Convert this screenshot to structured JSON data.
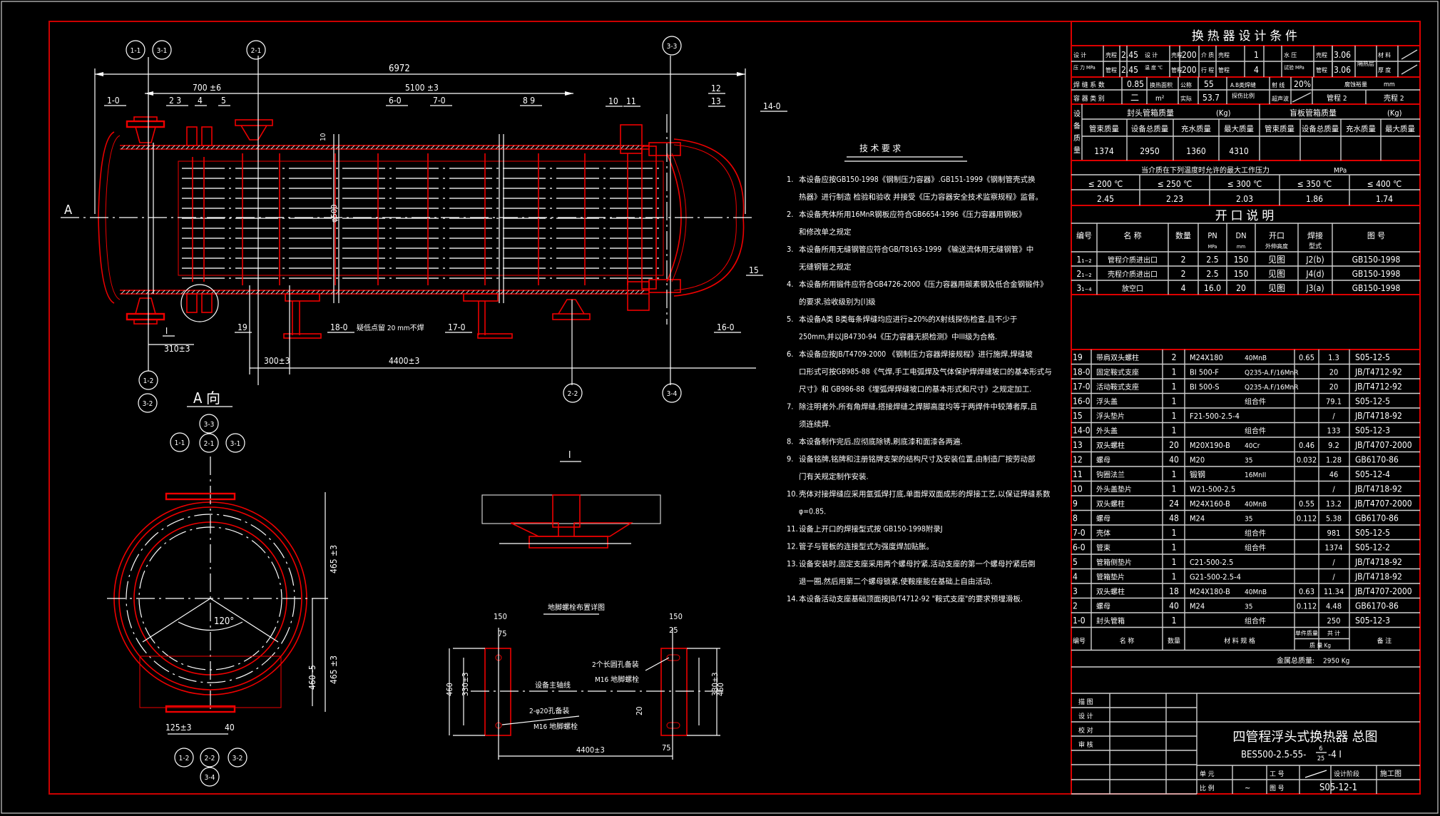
{
  "drawing": {
    "title": "四管程浮头式换热器 总图",
    "model": "BES500-2.5-55-",
    "model_frac_num": "6",
    "model_frac_den": "25",
    "model_suffix": "-4 I",
    "drawing_no": "S05-12-1",
    "stage_label": "设计阶段",
    "stage_value": "施工图",
    "unit_label": "单  元",
    "job_label": "工  号",
    "job_value": "/",
    "scale_label": "比  例",
    "scale_value": "~",
    "drawno_label": "图  号",
    "signoff": [
      "描  图",
      "设  计",
      "校  对",
      "审  核"
    ]
  },
  "design_conditions": {
    "title": "换 热 器 设 计 条 件",
    "row1": {
      "pressure_label": "设 计 压 力 MPa",
      "shell": "壳程",
      "tube": "管程",
      "pressure_shell": "2.45",
      "pressure_tube": "2.45",
      "temp_label": "设 计 温 度 ℃",
      "temp_shell": "200",
      "temp_tube": "200",
      "medium_label": "介 质 行 程",
      "medium_shell": "1",
      "medium_tube": "4",
      "hydro_label": "水 压 试 验 MPa",
      "hydro_shell": "3.06",
      "hydro_tube": "3.06",
      "insul_label": "隔热层",
      "material_label": "材 料",
      "thickness_label": "厚 度",
      "material_value": "/",
      "thickness_value": "/"
    },
    "row2": {
      "weld_coef_label": "焊 缝 系 数",
      "weld_coef": "0.85",
      "area_label": "换热面积 m²",
      "nominal_label": "公称",
      "nominal": "55",
      "actual_label": "实际",
      "actual": "53.7",
      "ab_label": "A.B类焊缝 探伤比例",
      "ray_label": "射 线",
      "ray_value": "20%",
      "ultra_label": "超声波",
      "ultra_value": "/",
      "corr_label": "腐蚀裕量",
      "corr_unit": "mm",
      "vessel_class_label": "容 器 类 别",
      "vessel_class": "二",
      "corr_tube_label": "管程",
      "corr_tube": "2",
      "corr_shell_label": "壳程",
      "corr_shell": "2"
    },
    "mass": {
      "side_label": "设备质量",
      "head_group": "封头管箱质量",
      "blind_group": "盲板管箱质量",
      "unit": "(Kg)",
      "headers": [
        "管束质量",
        "设备总质量",
        "充水质量",
        "最大质量"
      ],
      "head_values": [
        "1374",
        "2950",
        "1360",
        "4310"
      ],
      "blind_values": [
        "",
        "",
        "",
        ""
      ]
    },
    "max_pressure": {
      "title": "当介质在下列温度时允许的最大工作压力",
      "unit": "MPa",
      "temps": [
        "≤ 200 ℃",
        "≤ 250 ℃",
        "≤ 300 ℃",
        "≤ 350 ℃",
        "≤ 400 ℃"
      ],
      "values": [
        "2.45",
        "2.23",
        "2.03",
        "1.86",
        "1.74"
      ]
    }
  },
  "nozzles": {
    "title": "开  口  说  明",
    "headers": [
      "编号",
      "名        称",
      "数量",
      "PN MPa",
      "DN mm",
      "开口 外伸高度 mm",
      "焊接 型式",
      "图        号"
    ],
    "rows": [
      [
        "1₁₋₂",
        "管程介质进出口",
        "2",
        "2.5",
        "150",
        "见图",
        "J2(b)",
        "GB150-1998"
      ],
      [
        "2₁₋₂",
        "壳程介质进出口",
        "2",
        "2.5",
        "150",
        "见图",
        "J4(d)",
        "GB150-1998"
      ],
      [
        "3₁₋₄",
        "放空口",
        "4",
        "16.0",
        "20",
        "见图",
        "J3(a)",
        "GB150-1998"
      ]
    ]
  },
  "bom": {
    "headers": [
      "编号",
      "名        称",
      "数 量",
      "材    料    规    格",
      "单件质量",
      "共 计",
      "质  量 Kg",
      "备    注"
    ],
    "rows": [
      [
        "19",
        "带肩双头螺柱",
        "2",
        "M24X180",
        "40MnB",
        "0.65",
        "1.3",
        "S05-12-5"
      ],
      [
        "18-0",
        "固定鞍式支座",
        "1",
        "BI 500-F",
        "Q235-A.F/16MnR",
        "",
        "20",
        "JB/T4712-92"
      ],
      [
        "17-0",
        "活动鞍式支座",
        "1",
        "BI 500-S",
        "Q235-A.F/16MnR",
        "",
        "20",
        "JB/T4712-92"
      ],
      [
        "16-0",
        "浮头盖",
        "1",
        "",
        "组合件",
        "",
        "79.1",
        "S05-12-5"
      ],
      [
        "15",
        "浮头垫片",
        "1",
        "F21-500-2.5-4",
        "",
        "",
        "/",
        "JB/T4718-92"
      ],
      [
        "14-0",
        "外头盖",
        "1",
        "",
        "组合件",
        "",
        "133",
        "S05-12-3"
      ],
      [
        "13",
        "双头螺柱",
        "20",
        "M20X190-B",
        "40Cr",
        "0.46",
        "9.2",
        "JB/T4707-2000"
      ],
      [
        "12",
        "螺母",
        "40",
        "M20",
        "35",
        "0.032",
        "1.28",
        "GB6170-86"
      ],
      [
        "11",
        "钩圈法兰",
        "1",
        "锻钢",
        "16MnII",
        "",
        "46",
        "S05-12-4"
      ],
      [
        "10",
        "外头盖垫片",
        "1",
        "W21-500-2.5",
        "",
        "",
        "/",
        "JB/T4718-92"
      ],
      [
        "9",
        "双头螺柱",
        "24",
        "M24X160-B",
        "40MnB",
        "0.55",
        "13.2",
        "JB/T4707-2000"
      ],
      [
        "8",
        "螺母",
        "48",
        "M24",
        "35",
        "0.112",
        "5.38",
        "GB6170-86"
      ],
      [
        "7-0",
        "壳体",
        "1",
        "",
        "组合件",
        "",
        "981",
        "S05-12-5"
      ],
      [
        "6-0",
        "管束",
        "1",
        "",
        "组合件",
        "",
        "1374",
        "S05-12-2"
      ],
      [
        "5",
        "管箱侧垫片",
        "1",
        "C21-500-2.5",
        "",
        "",
        "/",
        "JB/T4718-92"
      ],
      [
        "4",
        "管箱垫片",
        "1",
        "G21-500-2.5-4",
        "",
        "",
        "/",
        "JB/T4718-92"
      ],
      [
        "3",
        "双头螺柱",
        "18",
        "M24X180-B",
        "40MnB",
        "0.63",
        "11.34",
        "JB/T4707-2000"
      ],
      [
        "2",
        "螺母",
        "40",
        "M24",
        "35",
        "0.112",
        "4.48",
        "GB6170-86"
      ],
      [
        "1-0",
        "封头管箱",
        "1",
        "",
        "组合件",
        "",
        "250",
        "S05-12-3"
      ]
    ],
    "total_label": "金属总质量:",
    "total_value": "2950 Kg"
  },
  "tech_requirements": {
    "title": "技    术    要    求",
    "lines": [
      [
        "1.",
        "本设备应按GB150-1998《钢制压力容器》.GB151-1999《钢制管壳式换"
      ],
      [
        "",
        "热器》进行制造 检验和验收 并接受《压力容器安全技术监察规程》监督。"
      ],
      [
        "2.",
        "本设备壳体所用16MnR钢板应符合GB6654-1996《压力容器用钢板》"
      ],
      [
        "",
        "和修改单之规定"
      ],
      [
        "3.",
        "本设备所用无缝钢管应符合GB/T8163-1999 《输送流体用无缝钢管》中"
      ],
      [
        "",
        "无缝钢管之规定"
      ],
      [
        "4.",
        "本设备所用锻件应符合GB4726-2000《压力容器用碳素钢及低合金钢锻件》"
      ],
      [
        "",
        "的要求,验收级别为[I]级"
      ],
      [
        "5.",
        "本设备A类 B类每条焊缝均应进行≥20%的X射线探伤检查,且不少于"
      ],
      [
        "",
        "250mm,并以JB4730-94《压力容器无损检测》中III级为合格."
      ],
      [
        "6.",
        "本设备应按JB/T4709-2000 《钢制压力容器焊接规程》进行施焊,焊缝坡"
      ],
      [
        "",
        "口形式可按GB985-88《气焊,手工电弧焊及气体保护焊焊缝坡口的基本形式与"
      ],
      [
        "",
        " 尺寸》和 GB986-88《埋弧焊焊缝坡口的基本形式和尺寸》之规定加工."
      ],
      [
        "7.",
        "除注明者外,所有角焊缝,搭接焊缝之焊脚高度均等于两焊件中较薄者厚,且"
      ],
      [
        "",
        "须连续焊."
      ],
      [
        "8.",
        "本设备制作完后,应彻底除锈,刷底漆和面漆各两遍."
      ],
      [
        "9.",
        "设备铭牌,铭牌和注册铭牌支架的结构尺寸及安装位置,由制造厂按劳动部"
      ],
      [
        "",
        "门有关规定制作安装."
      ],
      [
        "10.",
        "壳体对接焊缝应采用氩弧焊打底,单面焊双面成形的焊接工艺,以保证焊缝系数"
      ],
      [
        "",
        "φ=0.85."
      ],
      [
        "11.",
        "设备上开口的焊接型式按 GB150-1998附录J"
      ],
      [
        "12.",
        "管子与管板的连接型式为强度焊加贴胀。"
      ],
      [
        "13.",
        "设备安装时,固定支座采用两个螺母拧紧,活动支座的第一个螺母拧紧后倒"
      ],
      [
        "",
        "退一圈,然后用第二个螺母锁紧,使鞍座能在基础上自由活动."
      ],
      [
        "14.",
        "本设备活动支座基础顶面按JB/T4712-92 \"鞍式支座\"的要求预埋滑板."
      ]
    ]
  },
  "main_view": {
    "dims": {
      "overall": "6972",
      "d700": "700 ±6",
      "d5100": "5100 ±3",
      "d310": "310±3",
      "d300": "300±3",
      "d4400": "4400±3",
      "dia": "φ500",
      "gap10": "10",
      "weld_note": "疑低点留 20 mm不焊"
    },
    "parts": [
      "1-0",
      "2 3",
      "4",
      "5",
      "6-0",
      "7-0",
      "8 9",
      "10",
      "11",
      "12",
      "13",
      "14-0",
      "15",
      "16-0",
      "17-0",
      "18-0",
      "19",
      "I"
    ],
    "nozzle_tags_top": [
      "1-1",
      "3-1",
      "2-1",
      "3-3"
    ],
    "nozzle_tags_bottom": [
      "1-2",
      "3-2",
      "2-2",
      "3-4"
    ],
    "view_arrow": "A"
  },
  "a_view": {
    "title": "A 向",
    "tags_top": [
      "1-1",
      "3-3",
      "2-1",
      "3-1"
    ],
    "tags_bottom": [
      "1-2",
      "2-2",
      "3-2",
      "3-4"
    ],
    "angle": "120°",
    "dims": {
      "h465": "465 ±3",
      "h465b": "465 ±3",
      "h460": "460 -5",
      "w125": "125±3",
      "w40": "40"
    }
  },
  "detail_i": {
    "title": "I"
  },
  "anchor": {
    "title": "地脚螺栓布置详图",
    "dims": {
      "w150a": "150",
      "w75a": "75",
      "w150b": "150",
      "w25": "25",
      "h460a": "460",
      "h330a": "330±3",
      "h330b": "330±3",
      "h460b": "460",
      "h20": "20",
      "w75b": "75",
      "span": "4400±3"
    },
    "axis_label": "设备主轴线",
    "note_left_1": "2-φ20孔备装",
    "note_left_2": "M16 地脚螺栓",
    "note_right_1": "2个长圆孔备装",
    "note_right_2": "M16 地脚螺栓"
  }
}
